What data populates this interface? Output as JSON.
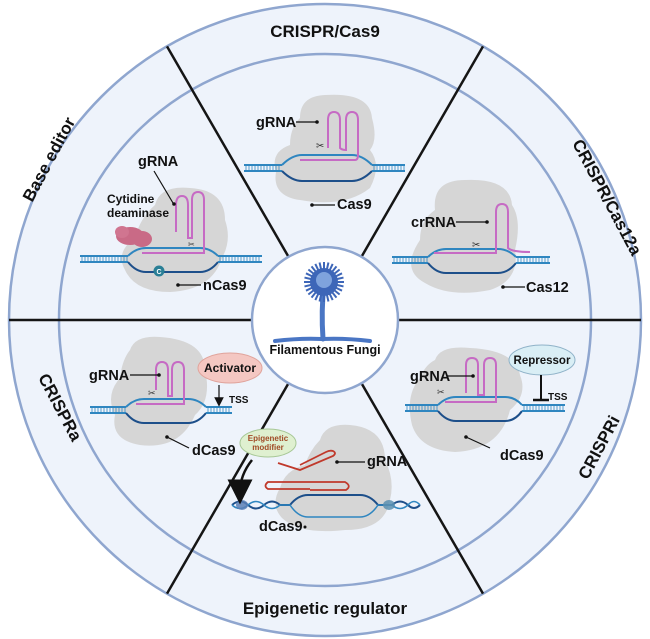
{
  "title": "CRISPR-based tools in filamentous fungi",
  "center": {
    "label": "Filamentous Fungi",
    "icon": "fungus-conidiophore-icon"
  },
  "colors": {
    "ring_fill": "#eef3fb",
    "ring_stroke": "#8fa6cf",
    "divider": "#151515",
    "protein": "#d4d4d4",
    "dna": "#2f86c0",
    "dna_dark": "#1d4f8a",
    "grna": "#c66bc4",
    "epigenetic_grna": "#c0392b",
    "activator_fill": "#f4c7c2",
    "activator_text": "#a63a2a",
    "repressor_fill": "#d9eef5",
    "repressor_text": "#8a2d1c",
    "epigenetic_fill": "#dff0d0",
    "epigenetic_text": "#a04a25",
    "deaminase": "#c96a86",
    "base_c": "#2a7f96"
  },
  "segments": [
    {
      "id": "crispr-cas9",
      "title": "CRISPR/Cas9",
      "labels": {
        "grna": "gRNA",
        "protein": "Cas9"
      }
    },
    {
      "id": "crispr-cas12a",
      "title": "CRISPR/Cas12a",
      "labels": {
        "grna": "crRNA",
        "protein": "Cas12"
      }
    },
    {
      "id": "crispri",
      "title": "CRISPRi",
      "labels": {
        "grna": "gRNA",
        "protein": "dCas9",
        "effector": "Repressor",
        "tss": "TSS"
      }
    },
    {
      "id": "epigenetic-regulator",
      "title": "Epigenetic regulator",
      "labels": {
        "grna": "gRNA",
        "protein": "dCas9",
        "effector_line1": "Epigenetic",
        "effector_line2": "modifier"
      }
    },
    {
      "id": "crispra",
      "title": "CRISPRa",
      "labels": {
        "grna": "gRNA",
        "protein": "dCas9",
        "effector": "Activator",
        "tss": "TSS"
      }
    },
    {
      "id": "base-editor",
      "title": "Base editor",
      "labels": {
        "grna": "gRNA",
        "protein": "nCas9",
        "effector_line1": "Cytidine",
        "effector_line2": "deaminase",
        "base": "C"
      }
    }
  ]
}
